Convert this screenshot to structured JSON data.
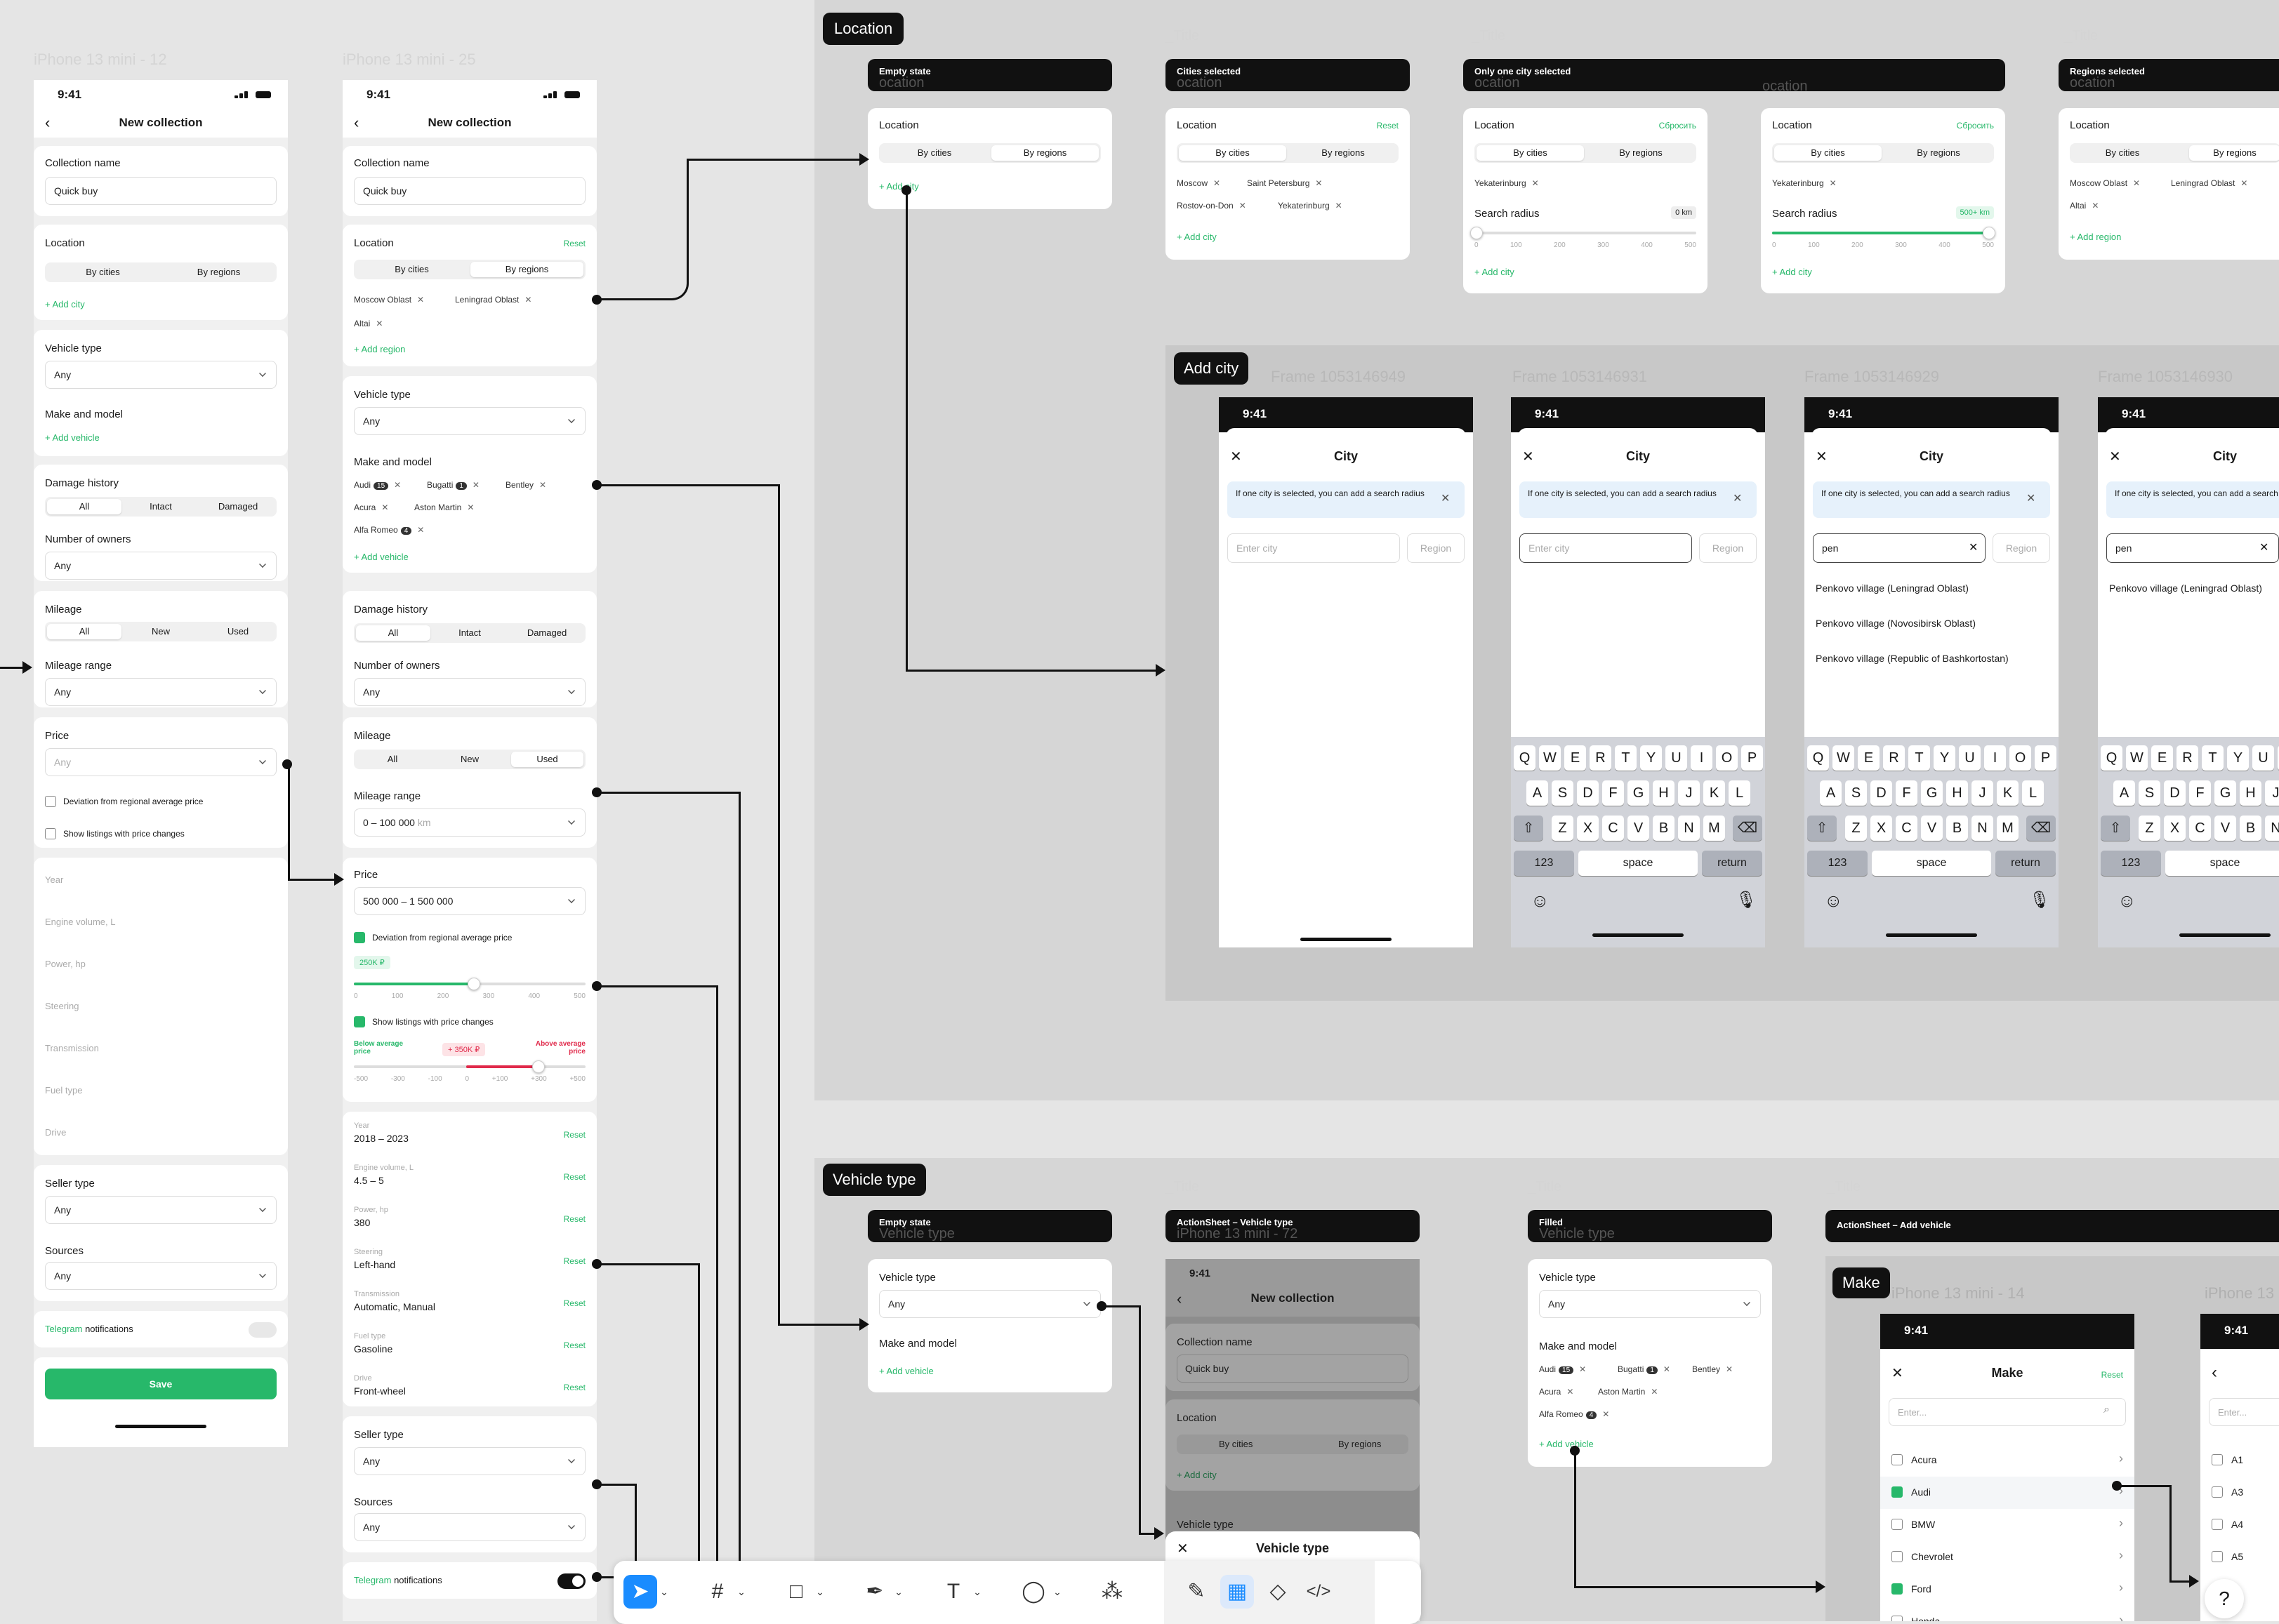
{
  "frames": {
    "f1": "iPhone 13 mini - 12",
    "f2": "iPhone 13 mini - 25"
  },
  "phone": {
    "time": "9:41",
    "title": "New collection"
  },
  "form": {
    "collection_name_label": "Collection name",
    "collection_name_value": "Quick buy",
    "location_label": "Location",
    "reset": "Reset",
    "by_cities": "By cities",
    "by_regions": "By regions",
    "add_city": "+ Add city",
    "add_region": "+ Add region",
    "vehicle_type_label": "Vehicle type",
    "any": "Any",
    "make_model_label": "Make and model",
    "add_vehicle": "+ Add vehicle",
    "damage_label": "Damage history",
    "all": "All",
    "intact": "Intact",
    "damaged": "Damaged",
    "owners_label": "Number of owners",
    "mileage_label": "Mileage",
    "new": "New",
    "used": "Used",
    "mileage_range_label": "Mileage range",
    "price_label": "Price",
    "deviation": "Deviation from regional average price",
    "show_changes": "Show listings with price changes",
    "year": "Year",
    "engine": "Engine volume, L",
    "power": "Power, hp",
    "steering": "Steering",
    "transmission": "Transmission",
    "fuel": "Fuel type",
    "drive": "Drive",
    "seller_label": "Seller type",
    "sources_label": "Sources",
    "telegram": "Telegram",
    "notifications": " notifications",
    "save": "Save"
  },
  "filled": {
    "regions": [
      "Moscow Oblast",
      "Leningrad Oblast",
      "Altai"
    ],
    "makes": [
      {
        "name": "Audi",
        "count": "15"
      },
      {
        "name": "Bugatti",
        "count": "1"
      },
      {
        "name": "Bentley"
      },
      {
        "name": "Acura"
      },
      {
        "name": "Aston Martin"
      },
      {
        "name": "Alfa Romeo",
        "count": "4"
      }
    ],
    "mileage_range": "0 – 100 000",
    "km": " km",
    "price": "500 000 – 1 500 000",
    "price_badge": "250K ₽",
    "price_ticks": [
      "0",
      "100",
      "200",
      "300",
      "400",
      "500"
    ],
    "below": "Below average price",
    "above": "Above average price",
    "delta_badge": "+ 350K ₽",
    "delta_ticks": [
      "-500",
      "-300",
      "-100",
      "0",
      "+100",
      "+300",
      "+500"
    ],
    "year": "2018 – 2023",
    "engine": "4.5 – 5",
    "power": "380",
    "steering": "Left-hand",
    "transmission": "Automatic, Manual",
    "fuel": "Gasoline",
    "drive": "Front-wheel"
  },
  "location_section": {
    "tag": "Location",
    "title": "_Title",
    "states": [
      "Empty state",
      "Cities selected",
      "Only one city selected",
      "Regions selected"
    ],
    "sub": "ocation",
    "cities": [
      "Moscow",
      "Saint Petersburg",
      "Rostov-on-Don",
      "Yekaterinburg"
    ],
    "one_city": "Yekaterinburg",
    "reset_ru": "Сбросить",
    "radius_label": "Search radius",
    "radius_0": "0 km",
    "radius_500": "500+ km",
    "radius_ticks": [
      "0",
      "100",
      "200",
      "300",
      "400",
      "500"
    ],
    "regions": [
      "Moscow Oblast",
      "Leningrad Oblast",
      "Altai"
    ]
  },
  "add_city": {
    "tag": "Add city",
    "frames": [
      "Frame 1053146949",
      "Frame 1053146931",
      "Frame 1053146929",
      "Frame 1053146930"
    ],
    "title": "City",
    "hint": "If one city is selected, you can add a search radius",
    "placeholder": "Enter city",
    "region": "Region",
    "query": "pen",
    "results": [
      "Penkovo village (Leningrad Oblast)",
      "Penkovo village (Novosibirsk Oblast)",
      "Penkovo village (Republic of Bashkortostan)"
    ],
    "kb_row1": [
      "Q",
      "W",
      "E",
      "R",
      "T",
      "Y",
      "U",
      "I",
      "O",
      "P"
    ],
    "kb_row2": [
      "A",
      "S",
      "D",
      "F",
      "G",
      "H",
      "J",
      "K",
      "L"
    ],
    "kb_row3": [
      "Z",
      "X",
      "C",
      "V",
      "B",
      "N",
      "M"
    ],
    "k123": "123",
    "space": "space",
    "ret": "return"
  },
  "vehicle_section": {
    "tag": "Vehicle type",
    "titles": [
      "_Title",
      "_Title",
      "_Title",
      "_Title"
    ],
    "empty": "Empty state",
    "empty_sub": "Vehicle type",
    "sheet": "ActionSheet – Vehicle type",
    "sheet_sub": "iPhone 13 mini - 72",
    "filled": "Filled",
    "filled_sub": "Vehicle type",
    "add_vehicle_sheet": "ActionSheet – Add vehicle",
    "make_tag": "Make",
    "make_frame": "iPhone 13 mini - 14",
    "make_frame2": "iPhone 13 m",
    "make_title": "Make",
    "enter": "Enter...",
    "makes": [
      "Acura",
      "Audi",
      "BMW",
      "Chevrolet",
      "Ford",
      "Honda"
    ],
    "models": [
      "A1",
      "A3",
      "A4",
      "A5"
    ],
    "vt_sheet_title": "Vehicle type"
  },
  "icons": {
    "help": "?"
  }
}
